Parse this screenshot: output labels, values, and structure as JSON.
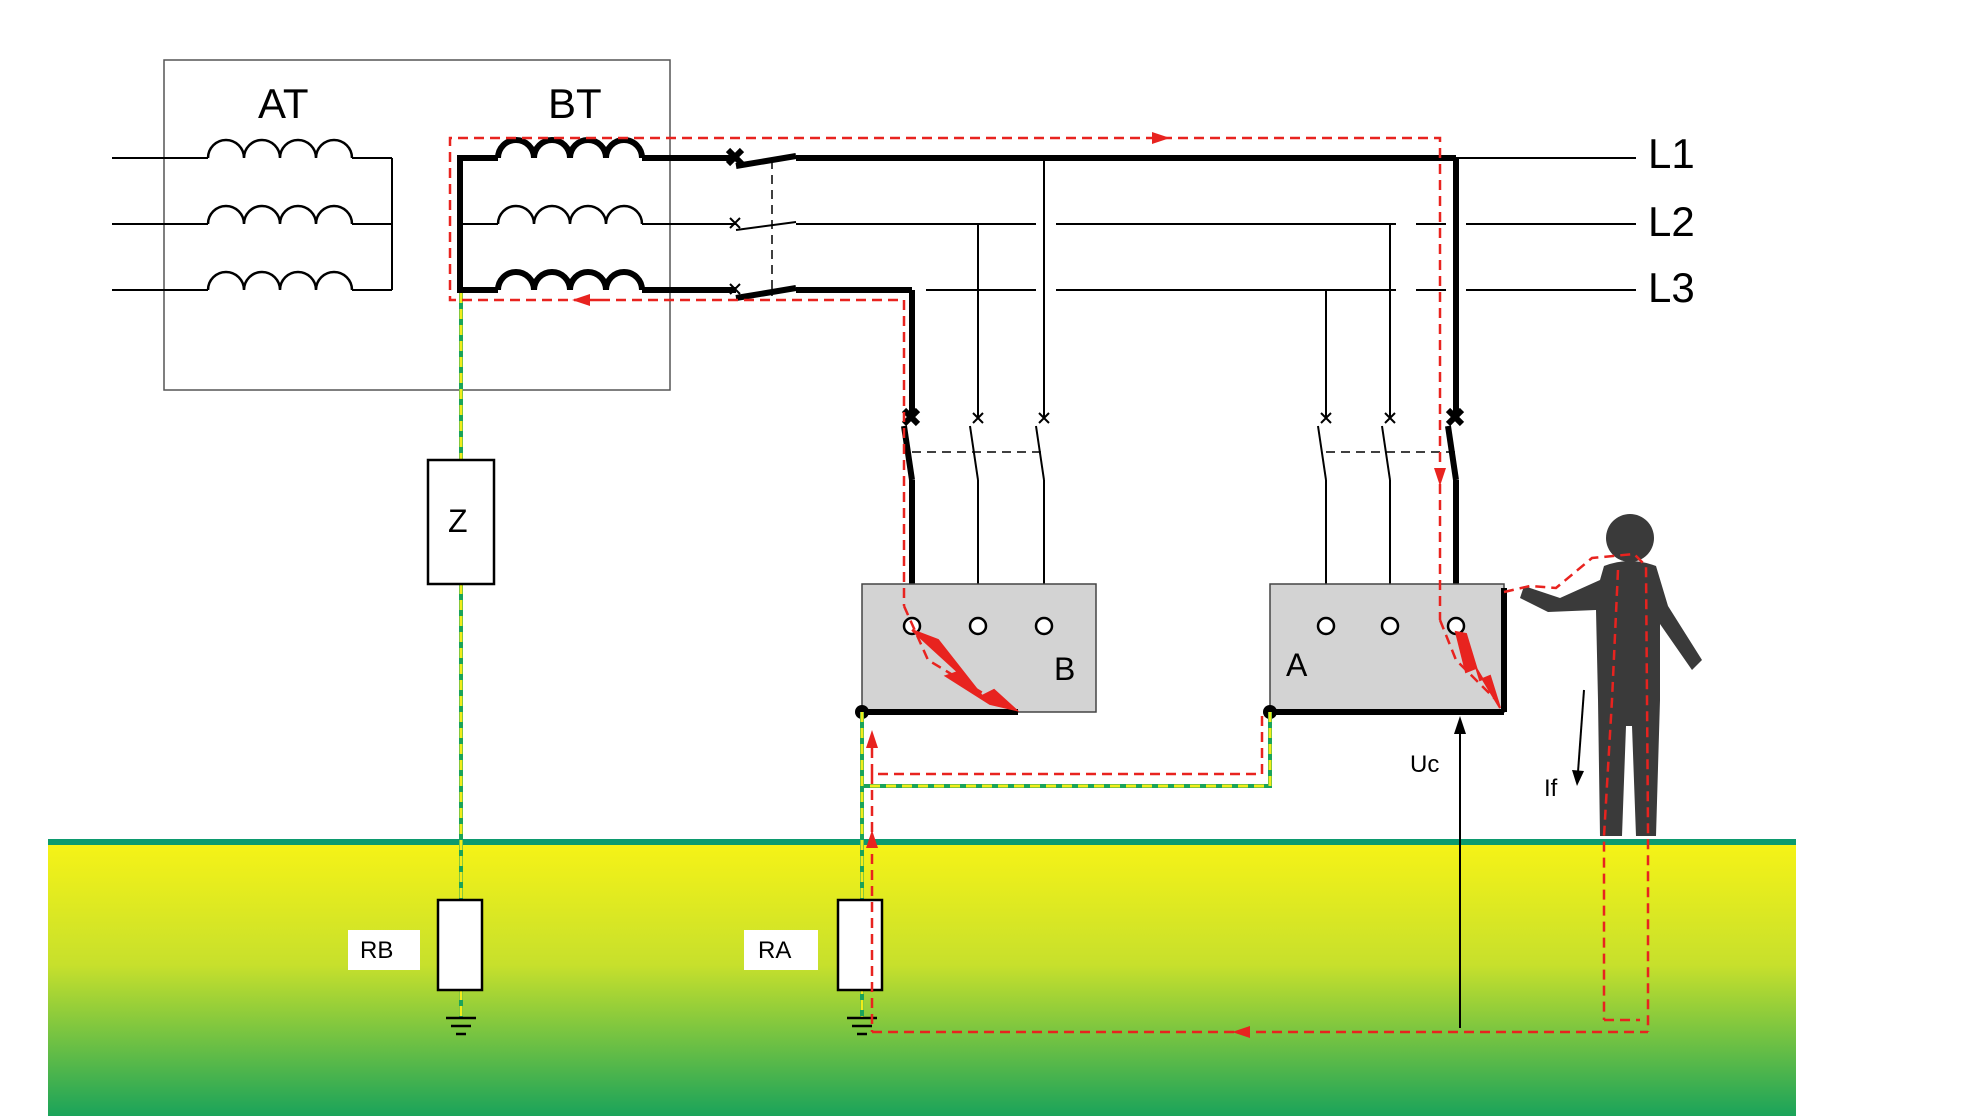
{
  "labels": {
    "primary": "AT",
    "secondary": "BT",
    "phase1": "L1",
    "phase2": "L2",
    "phase3": "L3",
    "impedance": "Z",
    "earth_b": "RB",
    "earth_a": "RA",
    "load_b": "B",
    "load_a": "A",
    "touch_voltage": "Uc",
    "fault_current": "If"
  },
  "colors": {
    "fault_path": "#e8231f",
    "earth_conductor": "#f2ec1a",
    "ground_top": "#f7f316",
    "ground_bottom": "#1aa35a",
    "ground_line": "#0c9a6e",
    "enclosure": "#d3d3d3",
    "person": "#3a3a3a"
  },
  "icons": {
    "earth": "earth-ground-icon",
    "person": "person-icon",
    "fault": "lightning-bolt-icon",
    "breaker": "circuit-breaker-icon"
  }
}
